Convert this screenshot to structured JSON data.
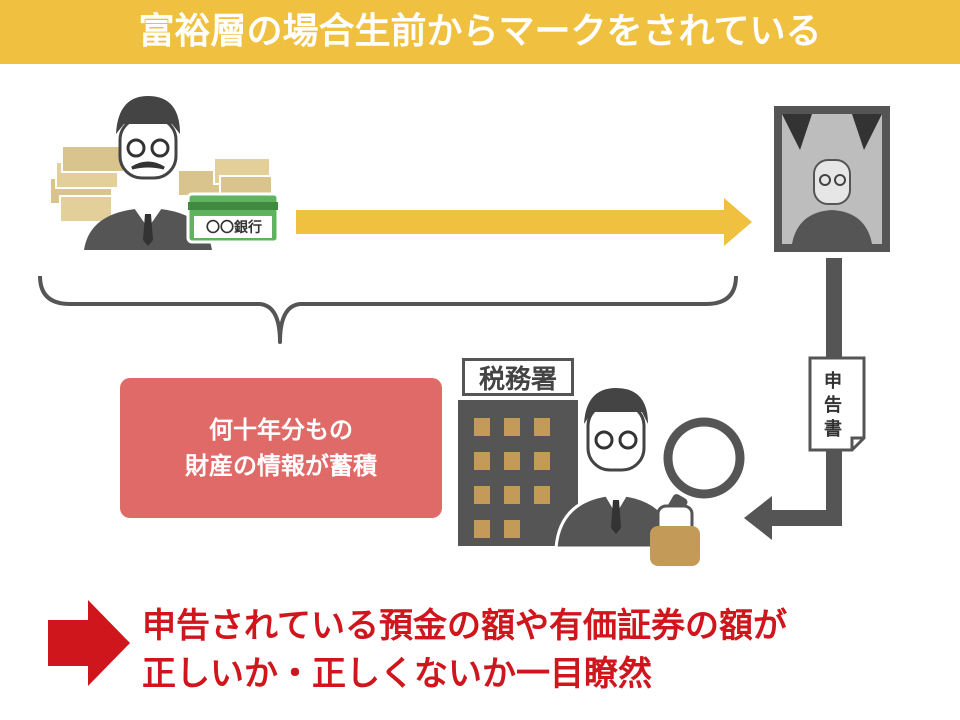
{
  "header": {
    "title": "富裕層の場合生前からマークをされている"
  },
  "bank_card": {
    "label": "〇〇銀行"
  },
  "info_box": {
    "line1": "何十年分もの",
    "line2": "財産の情報が蓄積"
  },
  "tax_office": {
    "sign": "税務署"
  },
  "document": {
    "chars": [
      "申",
      "告",
      "書"
    ]
  },
  "conclusion": {
    "line1": "申告されている預金の額や有価証券の額が",
    "line2": "正しいか・正しくないか一目瞭然"
  },
  "colors": {
    "header": "#f0c040",
    "arrow": "#f0c040",
    "info_box": "#e06a68",
    "conclusion": "#d0161d",
    "dark": "#555555"
  },
  "icons": [
    "money-stack-icon",
    "rich-man-icon",
    "bank-card-icon",
    "memorial-portrait-icon",
    "tax-office-building-icon",
    "inspector-icon",
    "magnifier-icon",
    "tax-return-document-icon",
    "red-arrow-icon"
  ]
}
